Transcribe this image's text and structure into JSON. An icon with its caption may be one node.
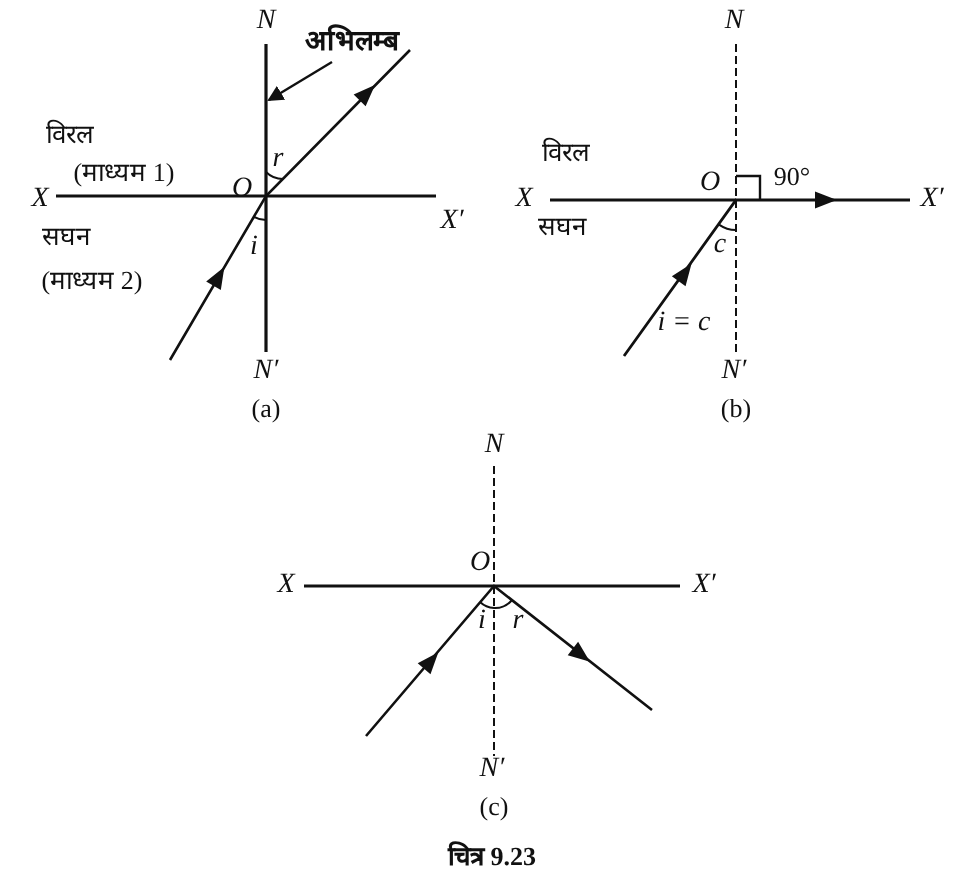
{
  "diagram": {
    "caption": "चित्र 9.23",
    "nodes": [
      {
        "text": [
          "अभिलम्ब"
        ]
      },
      {
        "text": [],
        "shape": "line"
      }
    ],
    "edges": [
      {
        "from": 0,
        "to": 1,
        "arrow": "to"
      }
    ],
    "labels": [
      "N",
      "X",
      "O",
      "X′",
      "r",
      "i",
      "विरल",
      "(माध्यम 1)",
      "सघन",
      "(माध्यम 2)",
      "N′",
      "(a)",
      "N",
      "विरल",
      "O",
      "90°",
      "X",
      "X′",
      "सघन",
      "c",
      "i = c",
      "N′",
      "(b)",
      "N",
      "X",
      "O",
      "X′",
      "i",
      "r",
      "N′",
      "(c)"
    ]
  }
}
